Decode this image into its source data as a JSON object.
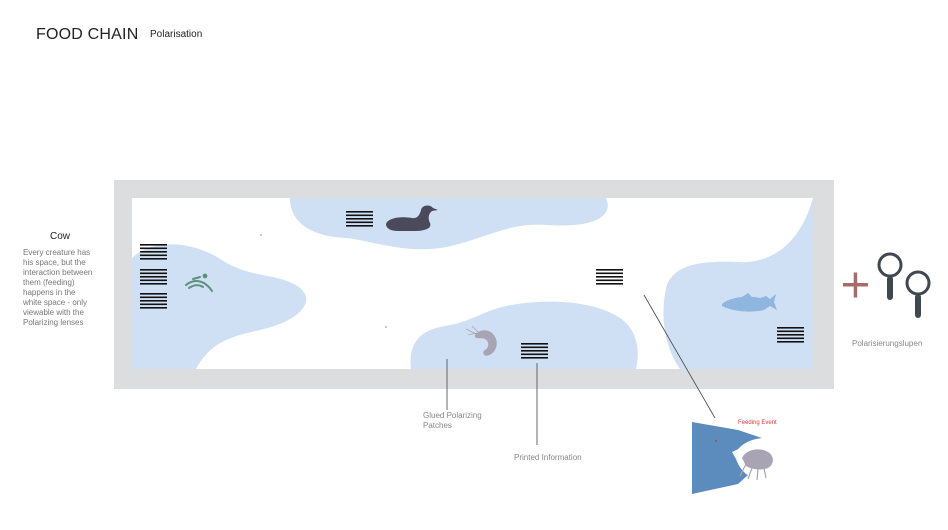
{
  "header": {
    "title": "FOOD CHAIN",
    "subtitle": "Polarisation"
  },
  "sidebar": {
    "title": "Cow",
    "description_lines": [
      "Every creature has",
      "his space, but the",
      "interaction between",
      "them (feeding)",
      "happens in the",
      "white space - only",
      "viewable with the",
      "Polarizing lenses"
    ]
  },
  "labels": {
    "patches_lines": [
      "Glued Polarizing",
      "Patches"
    ],
    "printed": "Printed Information",
    "lenses": "Polarisierungslupen",
    "feeding": "Feeding Event"
  },
  "icons": {
    "creatures": [
      "swimmer-icon",
      "duck-icon",
      "shrimp-icon",
      "fish-icon",
      "amphipod-icon"
    ],
    "tools": [
      "plus-icon",
      "magnifier-icon"
    ]
  },
  "colors": {
    "frame": "#dcdddf",
    "patch": "#cfe0f4",
    "fish": "#8fb6df",
    "duck": "#4a4a5a",
    "shrimp": "#a9a4b4",
    "swimmer": "#5f8f7e",
    "fish_head": "#5c8bbd",
    "plus": "#a96a6a",
    "magnifier": "#3f4750",
    "feeding_text": "#d9383a"
  }
}
